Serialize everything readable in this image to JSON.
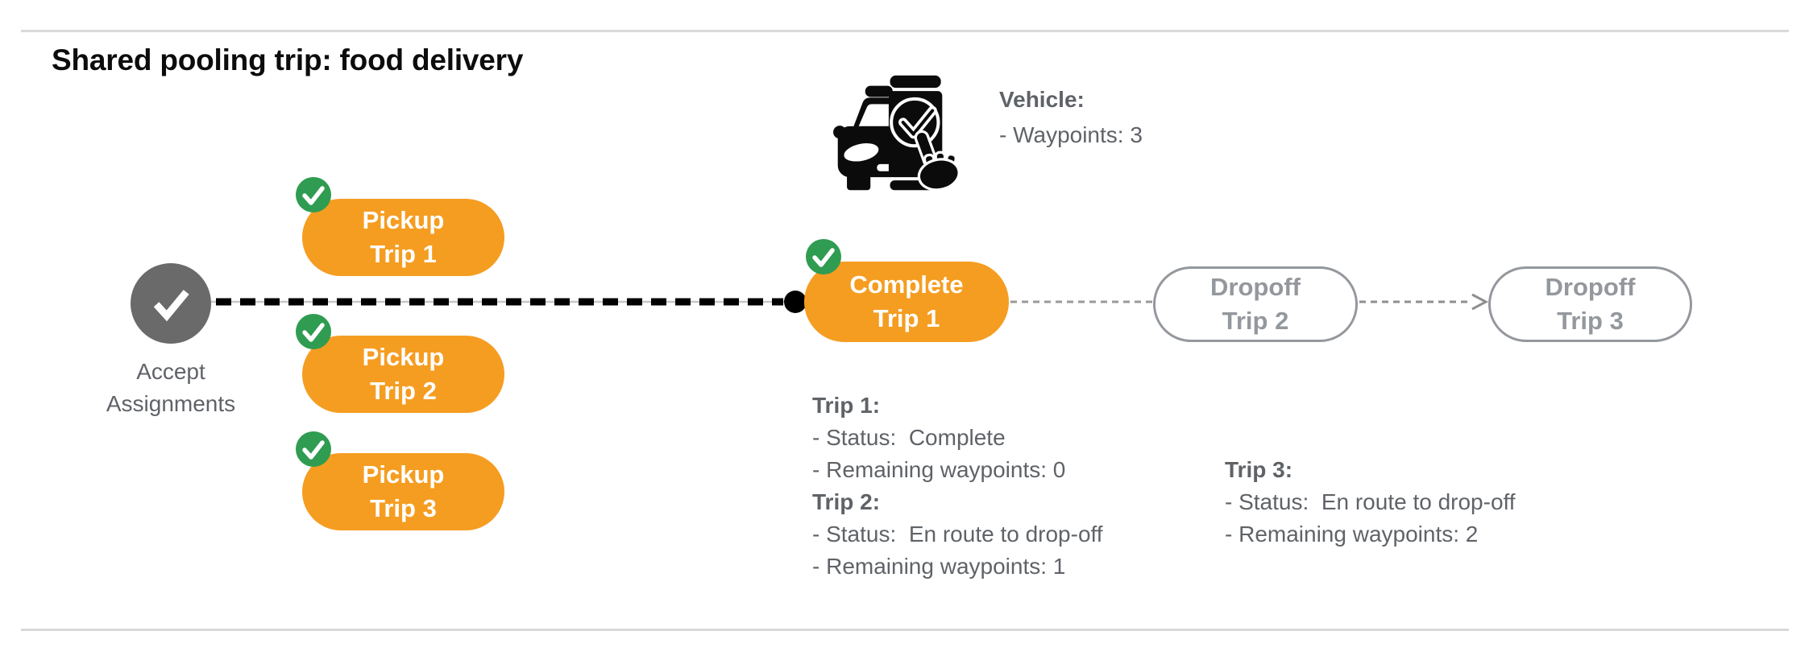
{
  "title": "Shared pooling trip: food delivery",
  "vehicle": {
    "icon": "car-phone-checkmark-icon",
    "label": "Vehicle:",
    "waypoints": "- Waypoints: 3"
  },
  "start_node": {
    "icon": "checkmark-icon",
    "label_line1": "Accept",
    "label_line2": "Assignments"
  },
  "nodes": {
    "pickup1": {
      "line1": "Pickup",
      "line2": "Trip 1",
      "state": "complete"
    },
    "pickup2": {
      "line1": "Pickup",
      "line2": "Trip 2",
      "state": "complete"
    },
    "pickup3": {
      "line1": "Pickup",
      "line2": "Trip 3",
      "state": "complete"
    },
    "complete1": {
      "line1": "Complete",
      "line2": "Trip 1",
      "state": "complete"
    },
    "dropoff2": {
      "line1": "Dropoff",
      "line2": "Trip 2",
      "state": "pending"
    },
    "dropoff3": {
      "line1": "Dropoff",
      "line2": "Trip 3",
      "state": "pending"
    }
  },
  "status": {
    "trip1": {
      "header": "Trip 1:",
      "status_line": "- Status:  Complete",
      "waypoints_line": "- Remaining waypoints: 0"
    },
    "trip2": {
      "header": "Trip 2:",
      "status_line": "- Status:  En route to drop-off",
      "waypoints_line": "- Remaining waypoints: 1"
    },
    "trip3": {
      "header": "Trip 3:",
      "status_line": "- Status:  En route to drop-off",
      "waypoints_line": "- Remaining waypoints: 2"
    }
  },
  "colors": {
    "pill_orange": "#f59d21",
    "badge_green": "#2f9c51",
    "start_gray": "#6a6a6a",
    "text_gray": "#5f6368",
    "outline_gray": "#94989d",
    "line_black": "#000000",
    "rule_gray": "#d9d9d9"
  }
}
